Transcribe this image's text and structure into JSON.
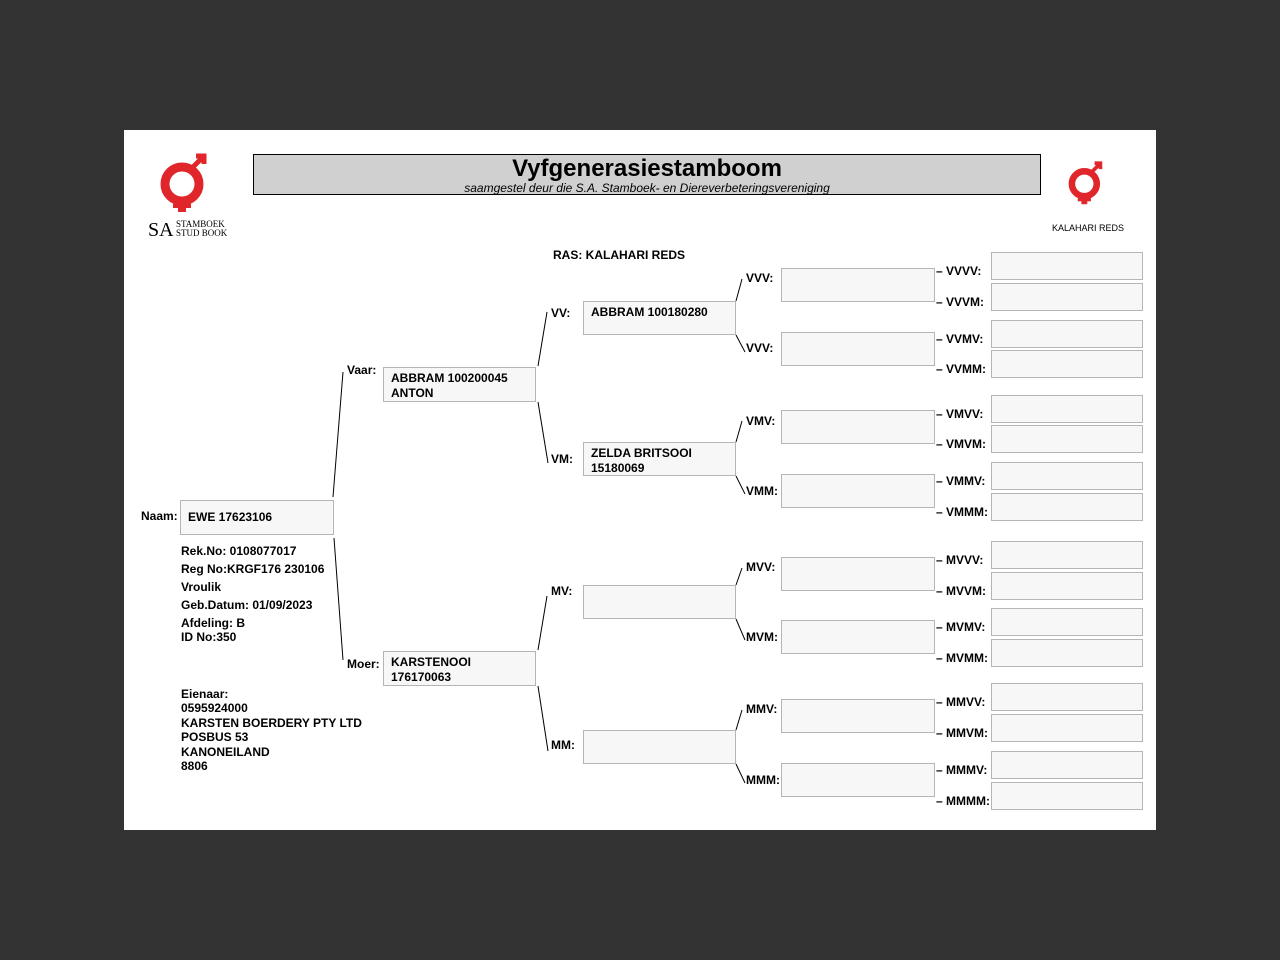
{
  "header": {
    "title": "Vyfgenerasiestamboom",
    "subtitle": "saamgestel deur die S.A. Stamboek- en Diereverbeteringsvereniging"
  },
  "logos": {
    "left_sa": "SA",
    "left_line1": "STAMBOEK",
    "left_line2": "STUD BOOK",
    "right": "KALAHARI REDS",
    "brand_color": "#e0262b"
  },
  "breed": "RAS: KALAHARI REDS",
  "subject": {
    "label": "Naam:",
    "name": "EWE 17623106",
    "rek": "Rek.No: 0108077017",
    "reg": "Reg No:KRGF176 230106",
    "sex": "Vroulik",
    "dob": "Geb.Datum: 01/09/2023",
    "afdeling": "Afdeling: B",
    "id": "ID No:350"
  },
  "owner": {
    "label": "Eienaar:",
    "lines": [
      "0595924000",
      "KARSTEN BOERDERY PTY LTD",
      "POSBUS 53",
      "KANONEILAND",
      "8806"
    ]
  },
  "gen2": [
    {
      "label": "Vaar:",
      "line1": "ABBRAM 100200045",
      "line2": "ANTON"
    },
    {
      "label": "Moer:",
      "line1": "KARSTENOOI",
      "line2": "176170063"
    }
  ],
  "gen3": [
    {
      "label": "VV:",
      "line1": "ABBRAM 100180280",
      "line2": ""
    },
    {
      "label": "VM:",
      "line1": "ZELDA BRITSOOI",
      "line2": "15180069"
    },
    {
      "label": "MV:",
      "line1": "",
      "line2": ""
    },
    {
      "label": "MM:",
      "line1": "",
      "line2": ""
    }
  ],
  "gen4": [
    {
      "label": "VVV:"
    },
    {
      "label": "VVV:"
    },
    {
      "label": "VMV:"
    },
    {
      "label": "VMM:"
    },
    {
      "label": "MVV:"
    },
    {
      "label": "MVM:"
    },
    {
      "label": "MMV:"
    },
    {
      "label": "MMM:"
    }
  ],
  "gen5": [
    {
      "label": "VVVV:"
    },
    {
      "label": "VVVM:"
    },
    {
      "label": "VVMV:"
    },
    {
      "label": "VVMM:"
    },
    {
      "label": "VMVV:"
    },
    {
      "label": "VMVM:"
    },
    {
      "label": "VMMV:"
    },
    {
      "label": "VMMM:"
    },
    {
      "label": "MVVV:"
    },
    {
      "label": "MVVM:"
    },
    {
      "label": "MVMV:"
    },
    {
      "label": "MVMM:"
    },
    {
      "label": "MMVV:"
    },
    {
      "label": "MMVM:"
    },
    {
      "label": "MMMV:"
    },
    {
      "label": "MMMM:"
    }
  ]
}
